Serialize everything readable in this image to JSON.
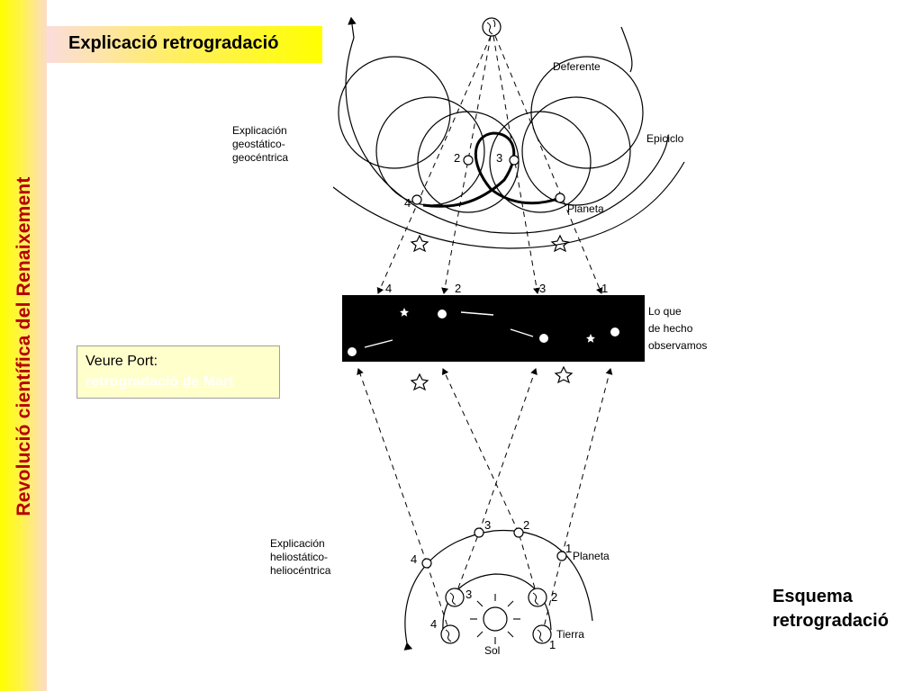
{
  "sidebar": {
    "title": "Revolució científica del Renaixement"
  },
  "slide": {
    "title": "Explicació retrogradació"
  },
  "note": {
    "label": "Veure Port:",
    "link_text": "retrogradació de Mart"
  },
  "caption": {
    "line1": "Esquema",
    "line2": "retrogradació"
  },
  "diagram": {
    "geo_label": [
      "Explicación",
      "geostático-",
      "geocéntrica"
    ],
    "deferente": "Deferente",
    "epiciclo": "Epiciclo",
    "planeta_top": "Planeta",
    "observed_label": [
      "Lo que",
      "de hecho",
      "observamos"
    ],
    "helio_label": [
      "Explicación",
      "heliostático-",
      "heliocéntrica"
    ],
    "planeta_bottom": "Planeta",
    "tierra": "Tierra",
    "sol": "Sol",
    "numbers": {
      "n1": "1",
      "n2": "2",
      "n3": "3",
      "n4": "4"
    }
  }
}
